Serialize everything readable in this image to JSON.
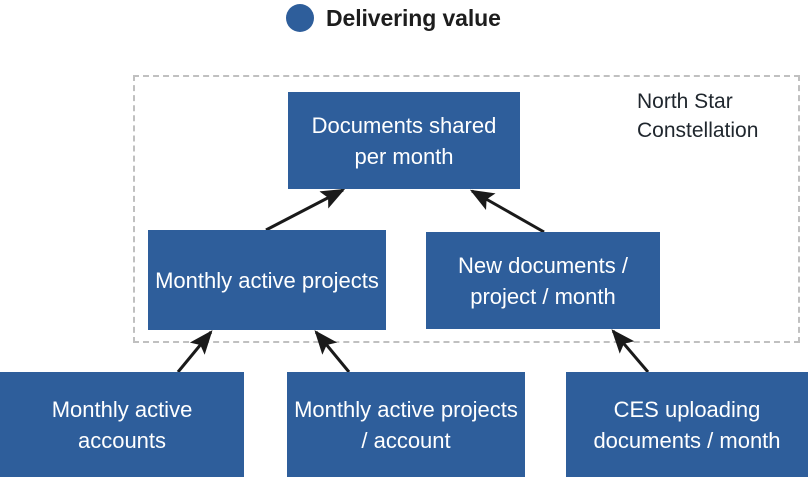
{
  "legend": {
    "dot_color": "#2E5E9B",
    "label": "Delivering value",
    "icon": "filled-circle-icon"
  },
  "frame": {
    "label": "North Star Constellation",
    "border_color": "#C0C0C0",
    "style": "dashed"
  },
  "theme": {
    "box_fill": "#2E5E9B",
    "box_text": "#FFFFFF",
    "arrow_color": "#1A1A1A",
    "background": "#FFFFFF",
    "frame_label_color": "#20272E"
  },
  "nodes": {
    "north_star": "Documents shared per month",
    "monthly_active_projects": "Monthly active projects",
    "new_documents_per_project": "New documents / project / month",
    "monthly_active_accounts": "Monthly active accounts",
    "monthly_active_projects_per_account": "Monthly active projects / account",
    "ces_uploading_documents": "CES uploading documents / month"
  },
  "chart_data": {
    "type": "diagram",
    "title": "Delivering value",
    "group": "North Star Constellation",
    "nodes": [
      {
        "id": "north_star",
        "label": "Documents shared per month",
        "level": 1,
        "in_group": true
      },
      {
        "id": "monthly_active_projects",
        "label": "Monthly active projects",
        "level": 2,
        "in_group": true
      },
      {
        "id": "new_documents_per_project",
        "label": "New documents / project / month",
        "level": 2,
        "in_group": true
      },
      {
        "id": "monthly_active_accounts",
        "label": "Monthly active accounts",
        "level": 3,
        "in_group": false
      },
      {
        "id": "monthly_active_projects_per_account",
        "label": "Monthly active projects / account",
        "level": 3,
        "in_group": false
      },
      {
        "id": "ces_uploading_documents",
        "label": "CES uploading documents / month",
        "level": 3,
        "in_group": false
      }
    ],
    "edges": [
      {
        "from": "monthly_active_projects",
        "to": "north_star"
      },
      {
        "from": "new_documents_per_project",
        "to": "north_star"
      },
      {
        "from": "monthly_active_accounts",
        "to": "monthly_active_projects"
      },
      {
        "from": "monthly_active_projects_per_account",
        "to": "monthly_active_projects"
      },
      {
        "from": "ces_uploading_documents",
        "to": "new_documents_per_project"
      }
    ]
  }
}
